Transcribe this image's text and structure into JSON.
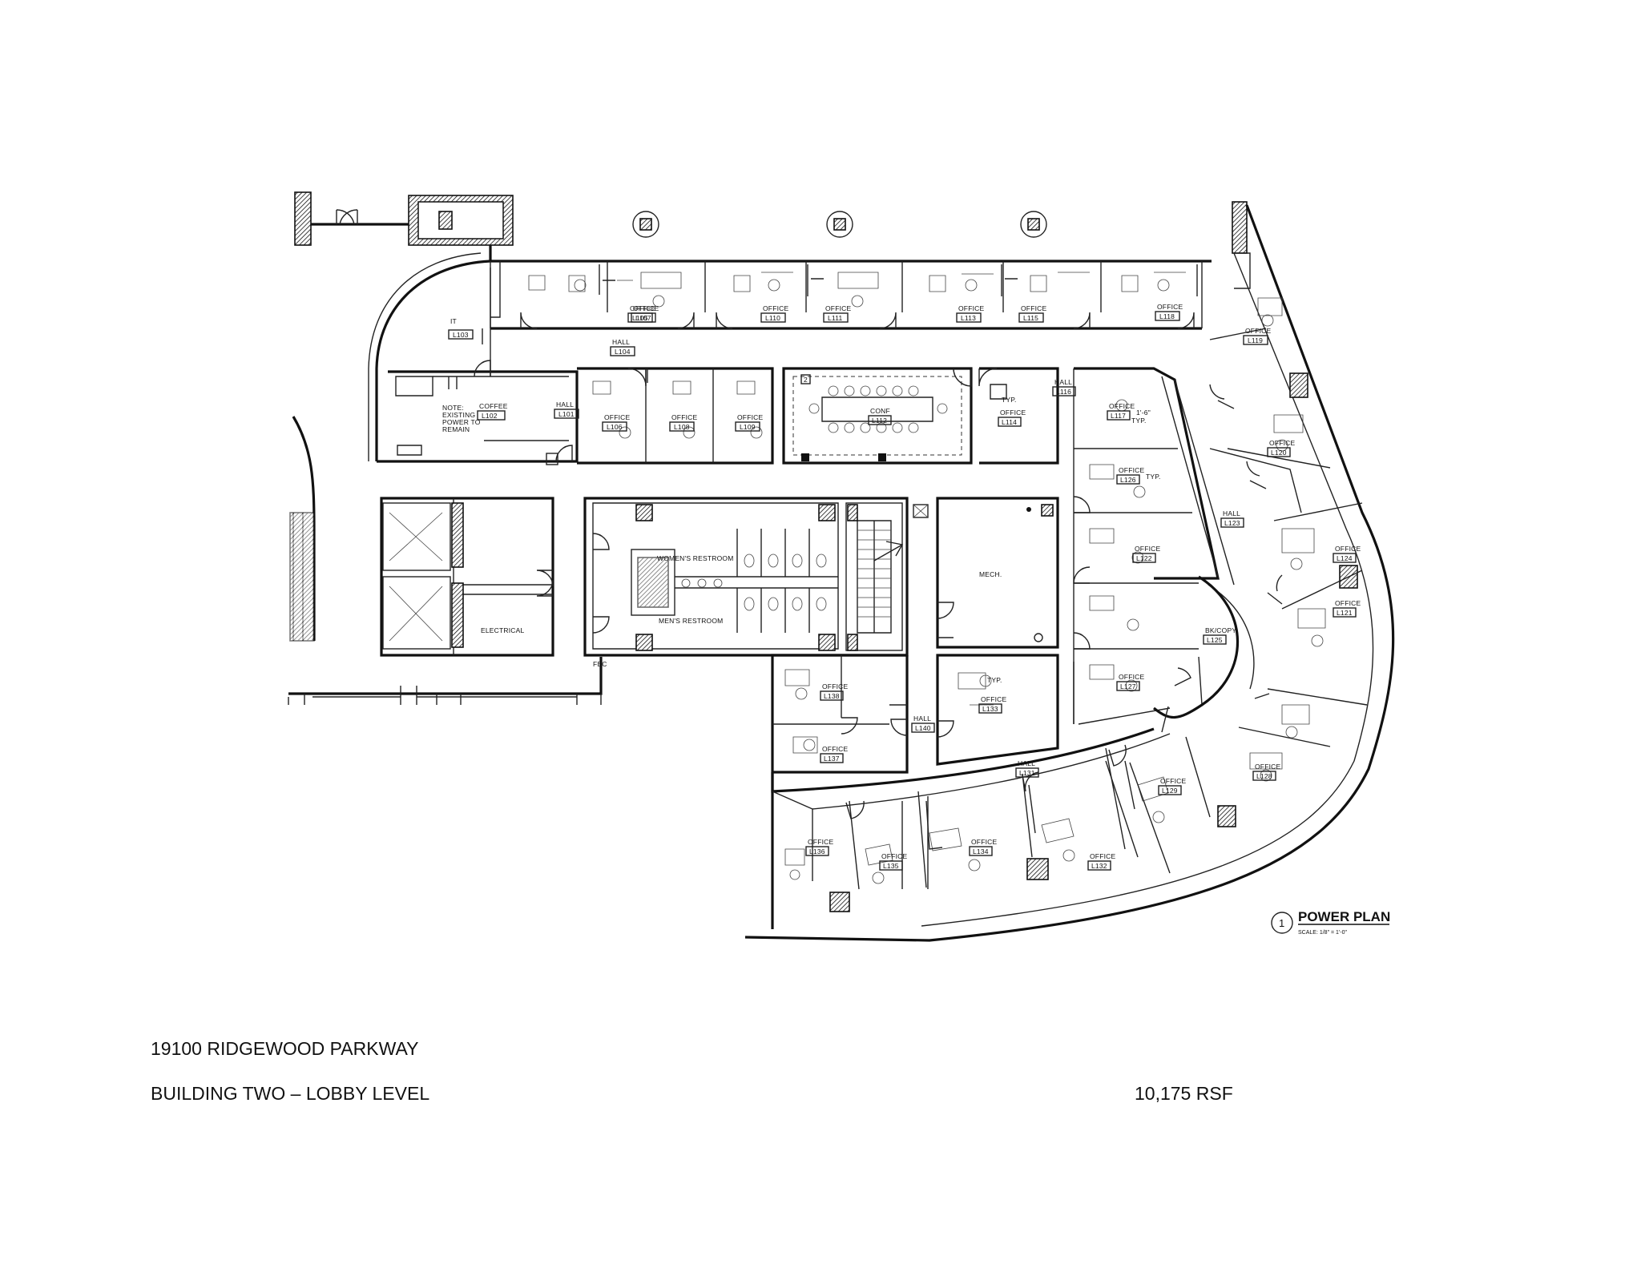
{
  "footer": {
    "address": "19100 RIDGEWOOD PARKWAY",
    "building": "BUILDING TWO – LOBBY LEVEL",
    "area": "10,175 RSF"
  },
  "plan_title": {
    "number": "1",
    "title": "POWER PLAN",
    "scale": "SCALE: 1/8\" = 1'-0\""
  },
  "rooms": [
    {
      "name": "OFFICE",
      "num": "L105"
    },
    {
      "name": "OFFICE",
      "num": "L107"
    },
    {
      "name": "OFFICE",
      "num": "L110"
    },
    {
      "name": "OFFICE",
      "num": "L111"
    },
    {
      "name": "OFFICE",
      "num": "L113"
    },
    {
      "name": "OFFICE",
      "num": "L115"
    },
    {
      "name": "OFFICE",
      "num": "L118"
    },
    {
      "name": "OFFICE",
      "num": "L119"
    },
    {
      "name": "IT",
      "num": "L103"
    },
    {
      "name": "HALL",
      "num": "L104"
    },
    {
      "name": "COFFEE",
      "num": "L102"
    },
    {
      "name": "HALL",
      "num": "L101"
    },
    {
      "name": "OFFICE",
      "num": "L106"
    },
    {
      "name": "OFFICE",
      "num": "L108"
    },
    {
      "name": "OFFICE",
      "num": "L109"
    },
    {
      "name": "CONF",
      "num": "L112"
    },
    {
      "name": "OFFICE",
      "num": "L114"
    },
    {
      "name": "HALL",
      "num": "L116"
    },
    {
      "name": "OFFICE",
      "num": "L117"
    },
    {
      "name": "OFFICE",
      "num": "L120"
    },
    {
      "name": "HALL",
      "num": "L123"
    },
    {
      "name": "OFFICE",
      "num": "L124"
    },
    {
      "name": "OFFICE",
      "num": "L121"
    },
    {
      "name": "OFFICE",
      "num": "L122"
    },
    {
      "name": "BK/COPY",
      "num": "L125"
    },
    {
      "name": "OFFICE",
      "num": "L127"
    },
    {
      "name": "OFFICE",
      "num": "L126"
    },
    {
      "name": "OFFICE",
      "num": "L128"
    },
    {
      "name": "OFFICE",
      "num": "L129"
    },
    {
      "name": "HALL",
      "num": "L131"
    },
    {
      "name": "OFFICE",
      "num": "L132"
    },
    {
      "name": "OFFICE",
      "num": "L133"
    },
    {
      "name": "OFFICE",
      "num": "L134"
    },
    {
      "name": "OFFICE",
      "num": "L135"
    },
    {
      "name": "OFFICE",
      "num": "L136"
    },
    {
      "name": "OFFICE",
      "num": "L137"
    },
    {
      "name": "OFFICE",
      "num": "L138"
    },
    {
      "name": "HALL",
      "num": "L140"
    }
  ],
  "labels": {
    "womens_restroom": "WOMEN'S RESTROOM",
    "mens_restroom": "MEN'S RESTROOM",
    "mech": "MECH.",
    "electrical": "ELECTRICAL",
    "fec": "FEC",
    "note_line1": "NOTE:",
    "note_line2": "EXISTING",
    "note_line3": "POWER TO",
    "note_line4": "REMAIN",
    "typ": "TYP.",
    "dim_typ": "1'-6\"",
    "conf_tag": "2"
  },
  "colors": {
    "linework": "#111111",
    "background": "#ffffff"
  }
}
